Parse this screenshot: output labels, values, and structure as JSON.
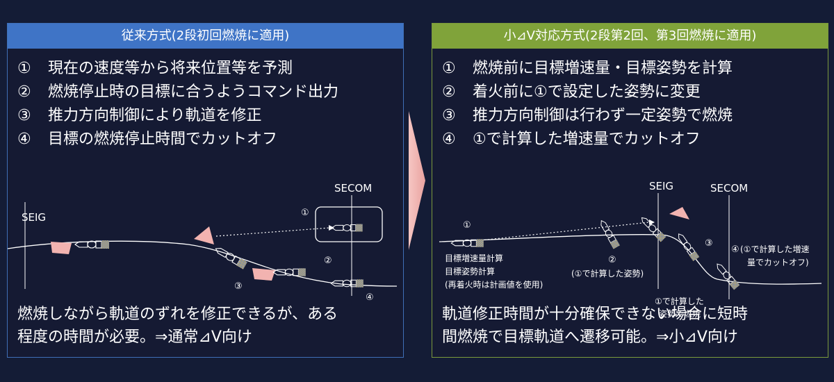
{
  "left": {
    "header": "従来方式(2段初回燃焼に適用)",
    "steps": [
      {
        "num": "①",
        "text": "現在の速度等から将来位置等を予測"
      },
      {
        "num": "②",
        "text": "燃焼停止時の目標に合うようコマンド出力"
      },
      {
        "num": "③",
        "text": "推力方向制御により軌道を修正"
      },
      {
        "num": "④",
        "text": "目標の燃焼停止時間でカットオフ"
      }
    ],
    "diagram": {
      "secom": "SECOM",
      "seig": "SEIG",
      "m1": "①",
      "m2": "②",
      "m3": "③",
      "m4": "④"
    },
    "summary": [
      "燃焼しながら軌道のずれを修正できるが、ある",
      "程度の時間が必要。⇒通常⊿V向け"
    ]
  },
  "right": {
    "header": "小⊿V対応方式(2段第2回、第3回燃焼に適用)",
    "steps": [
      {
        "num": "①",
        "text": "燃焼前に目標増速量・目標姿勢を計算"
      },
      {
        "num": "②",
        "text": "着火前に①で設定した姿勢に変更"
      },
      {
        "num": "③",
        "text": "推力方向制御は行わず一定姿勢で燃焼"
      },
      {
        "num": "④",
        "text": "①で計算した増速量でカットオフ"
      }
    ],
    "diagram": {
      "seig": "SEIG",
      "secom": "SECOM",
      "m1": "①",
      "note1": [
        "目標増速量計算",
        "目標姿勢計算",
        "(再着火時は計画値を使用)"
      ],
      "m2": "②",
      "note2": "(①で計算した姿勢)",
      "m3": "③",
      "note3": [
        "①で計算した",
        "姿勢で燃焼"
      ],
      "m4": "④",
      "note4": [
        "(①で計算した増速",
        "量でカットオフ)"
      ]
    },
    "summary": [
      "軌道修正時間が十分確保できない場合に短時",
      "間燃焼で目標軌道へ遷移可能。⇒小⊿V向け"
    ]
  },
  "colors": {
    "background": "#141c36",
    "left_accent": "#3f74c6",
    "right_accent": "#80a33a",
    "arrow": "#f6c6c3",
    "plume": "#f2b3b0"
  }
}
